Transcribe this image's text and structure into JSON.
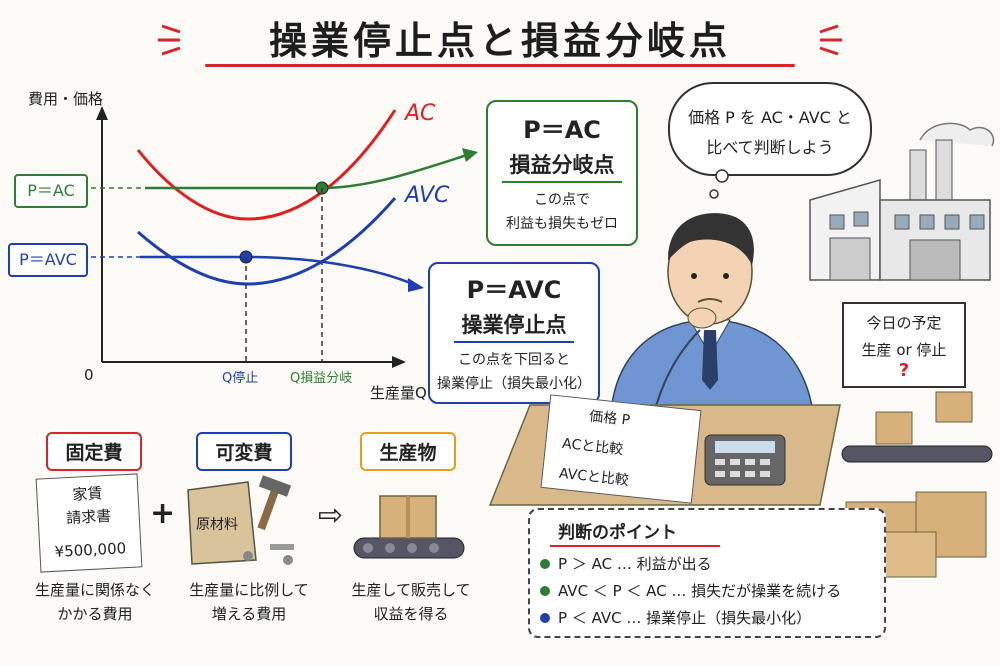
{
  "title": "操業停止点と損益分岐点",
  "chart_data": {
    "type": "line",
    "ylabel": "費用・価格",
    "xlabel": "生産量Q",
    "origin_label": "0",
    "series": [
      {
        "name": "AC",
        "color": "#e02020"
      },
      {
        "name": "AVC",
        "color": "#1f3fb0"
      }
    ],
    "price_lines": [
      {
        "label": "P＝AC",
        "color": "#2e7d32"
      },
      {
        "label": "P＝AVC",
        "color": "#1f3fb0"
      }
    ],
    "x_markers": [
      {
        "label": "Q停止",
        "color": "#1f3fb0"
      },
      {
        "label": "Q損益分岐",
        "color": "#2e7d32"
      }
    ]
  },
  "callout_ac": {
    "heading": "P＝AC",
    "name": "損益分岐点",
    "line1": "この点で",
    "line2": "利益も損失もゼロ"
  },
  "callout_avc": {
    "heading": "P＝AVC",
    "name": "操業停止点",
    "line1": "この点を下回ると",
    "line2": "操業停止（損失最小化）"
  },
  "thought": {
    "line1": "価格 P を AC・AVC と",
    "line2": "比べて判断しよう"
  },
  "board": {
    "title": "今日の予定",
    "line": "生産 or 停止",
    "mark": "?"
  },
  "desk_paper": {
    "title": "価格 P",
    "line1": "ACと比較",
    "line2": "AVCと比較"
  },
  "costs": {
    "fixed": {
      "tag": "固定費",
      "doc_title": "家賃",
      "doc_sub": "請求書",
      "amount": "¥500,000",
      "cap1": "生産量に関係なく",
      "cap2": "かかる費用"
    },
    "plus": "+",
    "variable": {
      "tag": "可変費",
      "bag": "原材料",
      "cap1": "生産量に比例して",
      "cap2": "増える費用"
    },
    "arrow": "⇨",
    "product": {
      "tag": "生産物",
      "cap1": "生産して販売して",
      "cap2": "収益を得る"
    }
  },
  "points": {
    "title": "判断のポイント",
    "items": [
      {
        "text": "P ＞ AC … 利益が出る",
        "color": "#2e7d32"
      },
      {
        "text": "AVC ＜ P ＜ AC … 損失だが操業を続ける",
        "color": "#2e7d32"
      },
      {
        "text": "P ＜ AVC … 操業停止（損失最小化）",
        "color": "#1f3fb0"
      }
    ]
  },
  "colors": {
    "red": "#d9242a",
    "green": "#2e7d32",
    "blue": "#1f3fb0",
    "orange": "#e0a020"
  }
}
